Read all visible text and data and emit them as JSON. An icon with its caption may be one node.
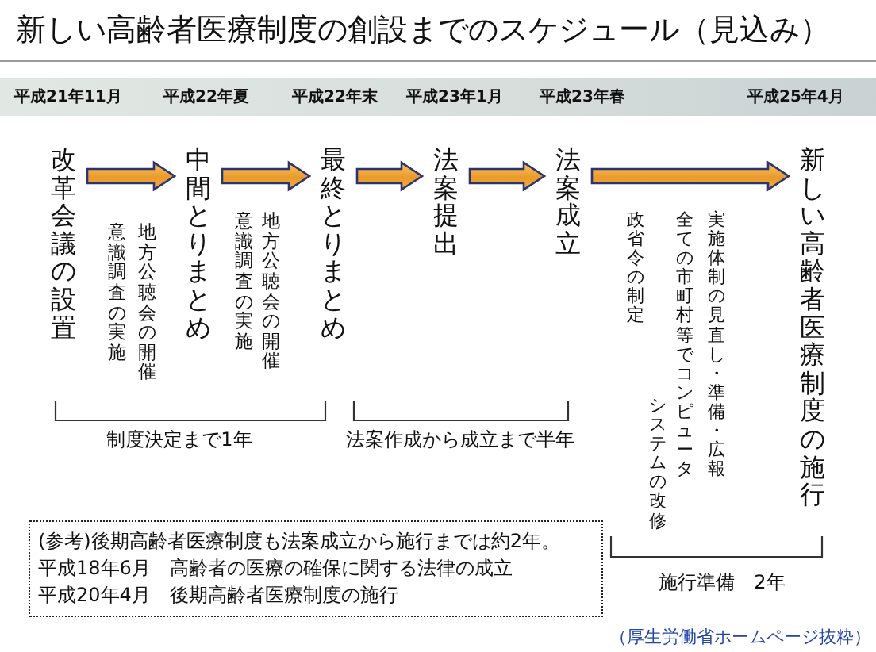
{
  "diagram": {
    "title": "新しい高齢者医療制度の創設までのスケジュール（見込み）",
    "nodes": [
      {
        "text": [
          "改革会議の設置"
        ]
      },
      {
        "text": [
          "中間とりまとめ"
        ]
      },
      {
        "text": [
          "最終とりまとめ"
        ]
      },
      {
        "text": [
          "法案提出"
        ]
      },
      {
        "text": [
          "法案成立"
        ]
      },
      {
        "text": [
          "新しい高齢者医療制度の施行"
        ]
      },
      {
        "text": [
          "(参考)後期高齢者医療制度も法案成立から施行までは約2年。",
          "平成18年6月　高齢者の医療の確保に関する法律の成立",
          "平成20年4月　後期高齢者医療制度の施行"
        ]
      }
    ],
    "edges": [
      {
        "from": 0,
        "to": 1,
        "arrow": "to"
      },
      {
        "from": 1,
        "to": 2,
        "arrow": "to"
      },
      {
        "from": 2,
        "to": 3,
        "arrow": "to"
      },
      {
        "from": 3,
        "to": 4,
        "arrow": "to"
      },
      {
        "from": 4,
        "to": 5,
        "arrow": "to"
      }
    ],
    "labels": [
      "平成21年11月",
      "平成22年夏",
      "平成22年末",
      "平成23年1月",
      "平成23年春",
      "平成25年4月",
      "意識調査の実施",
      "地方公聴会の開催",
      "意識調査の実施",
      "地方公聴会の開催",
      "政省令の制定",
      "全ての市町村等でコンピュータシステムの改修",
      "実施体制の見直し・準備・広報",
      "制度決定まで1年",
      "法案作成から成立まで半年",
      "施行準備　2年",
      "（厚生労働省ホームページ抜粋）"
    ]
  }
}
